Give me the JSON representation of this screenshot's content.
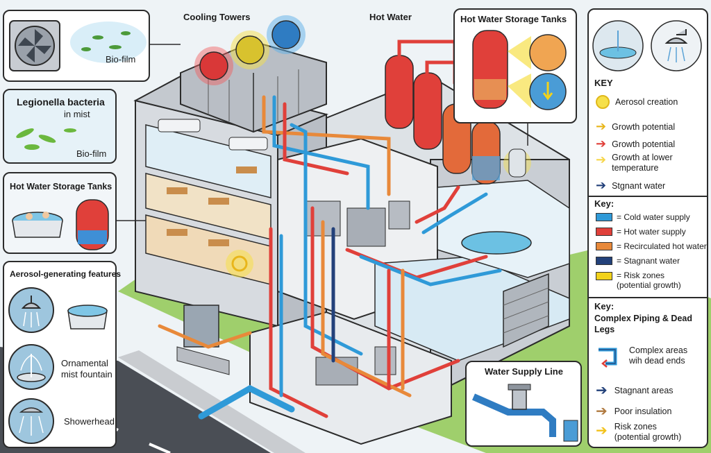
{
  "header": {
    "cooling_towers": "Cooling Towers",
    "hot_water": "Hot Water"
  },
  "biofilm_panel": {
    "label": "Bio-film"
  },
  "legionella_panel": {
    "title": "Legionella bacteria",
    "subtitle": "in mist",
    "biofilm": "Bio-film"
  },
  "tanks_left_panel": {
    "title": "Hot Water Storage Tanks"
  },
  "tanks_top_panel": {
    "title": "Hot Water Storage Tanks"
  },
  "aerosol_panel": {
    "title": "Aerosol-generating features",
    "fountain_line1": "Ornamental",
    "fountain_line2": "mist fountain",
    "showerhead": "Showerhead"
  },
  "water_supply": {
    "title": "Water Supply Line"
  },
  "key1": {
    "heading": "KEY",
    "items": [
      {
        "label": "Aerosol creation"
      },
      {
        "label": "Growth potential"
      },
      {
        "label": "Growth potential"
      },
      {
        "label": "Growth at lower",
        "label2": "temperature"
      },
      {
        "label": "Stgnant water"
      }
    ]
  },
  "key2": {
    "heading": "Key:",
    "items": [
      {
        "label": "= Cold water supply",
        "color": "#2f9ad8"
      },
      {
        "label": "= Hot water supply",
        "color": "#e0403a"
      },
      {
        "label": "= Recirculated hot water",
        "color": "#e8893a"
      },
      {
        "label": "= Stagnant water",
        "color": "#23417a"
      },
      {
        "label": "= Risk zones",
        "label2": "(potential growth)",
        "color": "#f2d21b"
      }
    ]
  },
  "key3": {
    "heading": "Key:",
    "heading2": "Complex Piping & Dead",
    "heading3": "Legs",
    "items": [
      {
        "label": "Complex areas",
        "label2": "wih dead ends"
      },
      {
        "label": "Stagnant areas"
      },
      {
        "label": "Poor insulation"
      },
      {
        "label": "Risk zones",
        "label2": "(potential growth)"
      }
    ]
  },
  "colors": {
    "cold": "#2f9ad8",
    "hot": "#e0403a",
    "recirc": "#e8893a",
    "stagnant": "#23417a",
    "risk": "#f2d21b"
  }
}
